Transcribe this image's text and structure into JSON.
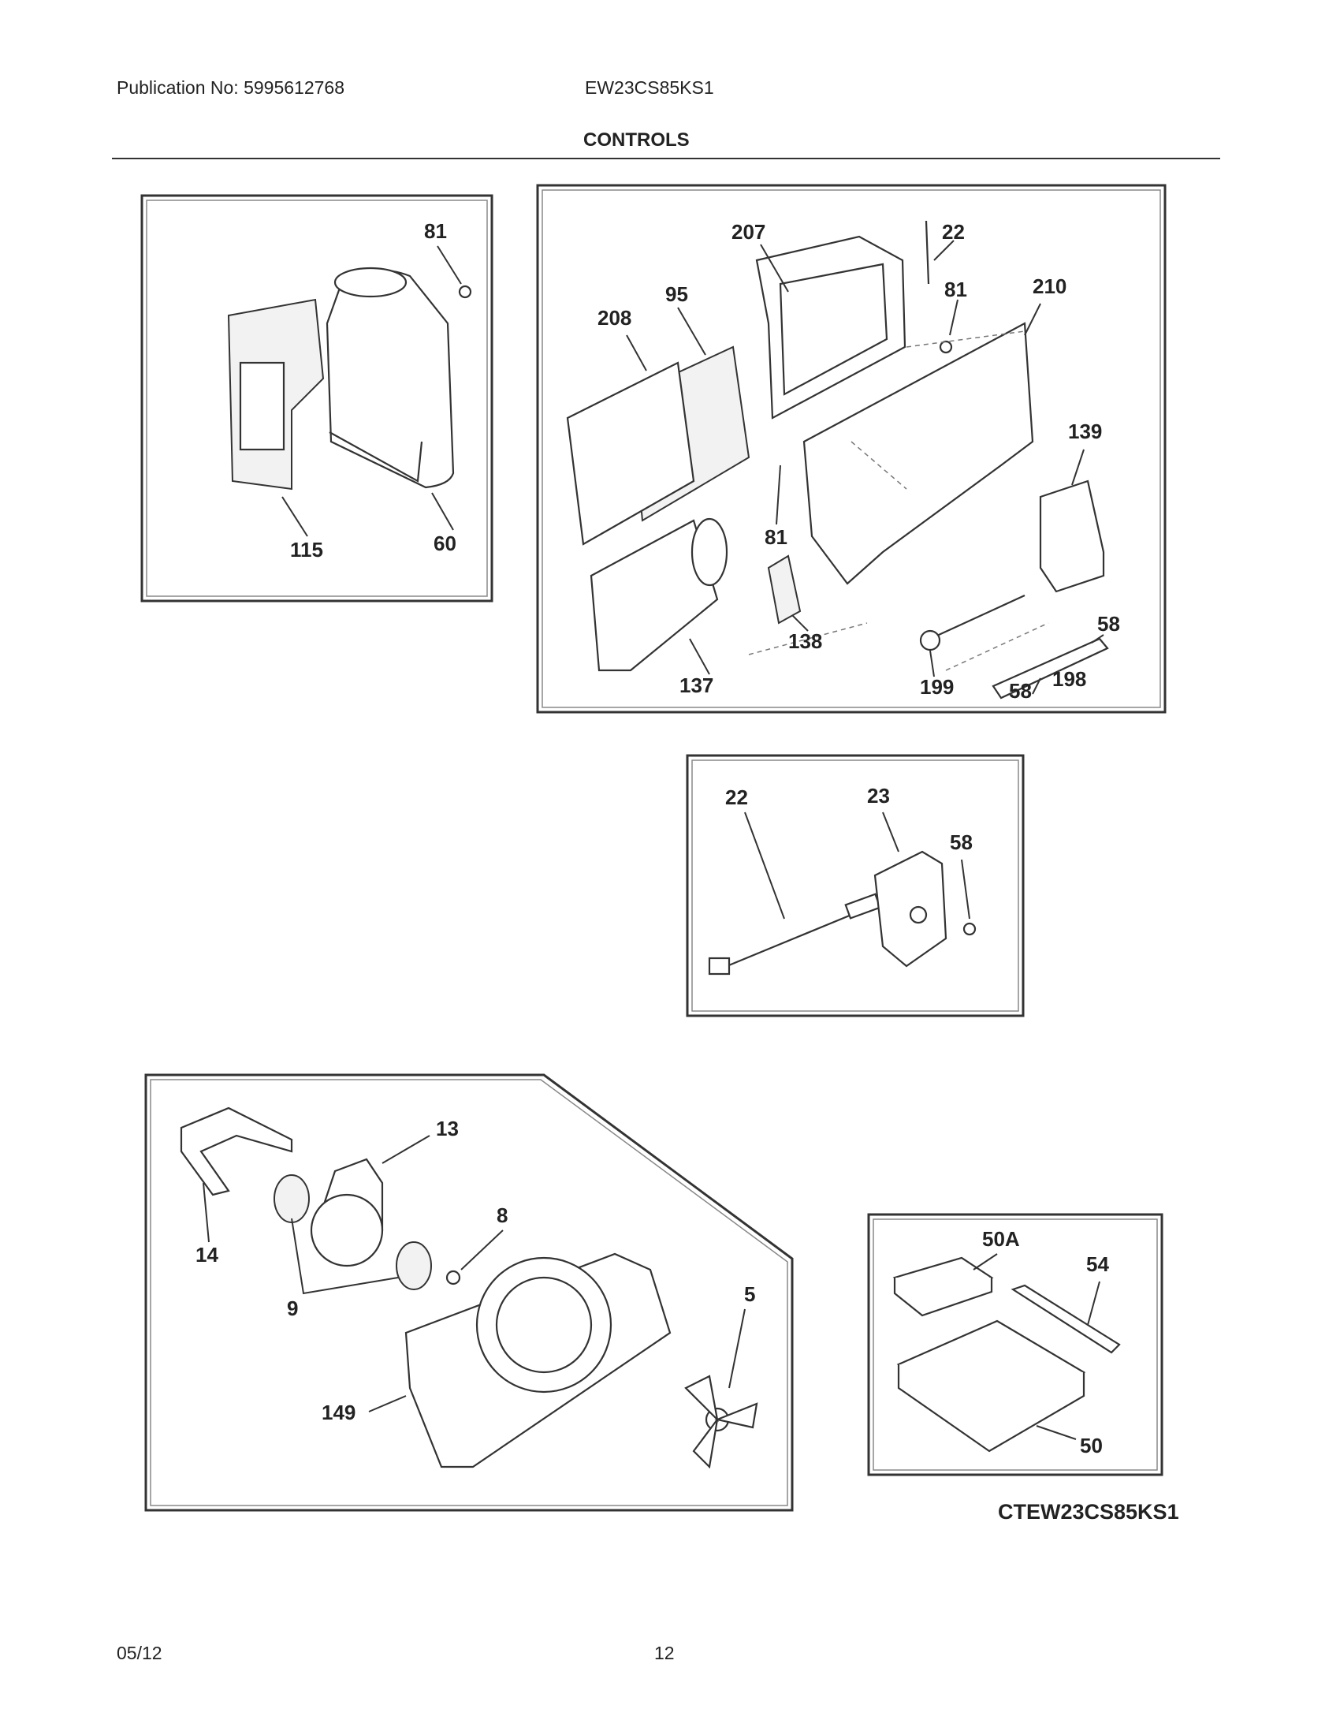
{
  "header": {
    "publication": "Publication No: 5995612768",
    "model": "EW23CS85KS1",
    "section_title": "CONTROLS"
  },
  "footer": {
    "date": "05/12",
    "page": "12"
  },
  "diagram_code": "CTEW23CS85KS1",
  "callouts": {
    "p1": [
      "81",
      "115",
      "60"
    ],
    "p2": [
      "207",
      "22",
      "95",
      "81",
      "210",
      "208",
      "139",
      "81",
      "138",
      "137",
      "199",
      "58",
      "58",
      "198"
    ],
    "p3": [
      "22",
      "23",
      "58"
    ],
    "p4": [
      "13",
      "14",
      "8",
      "9",
      "5",
      "149"
    ],
    "p5": [
      "50A",
      "54",
      "50"
    ]
  }
}
